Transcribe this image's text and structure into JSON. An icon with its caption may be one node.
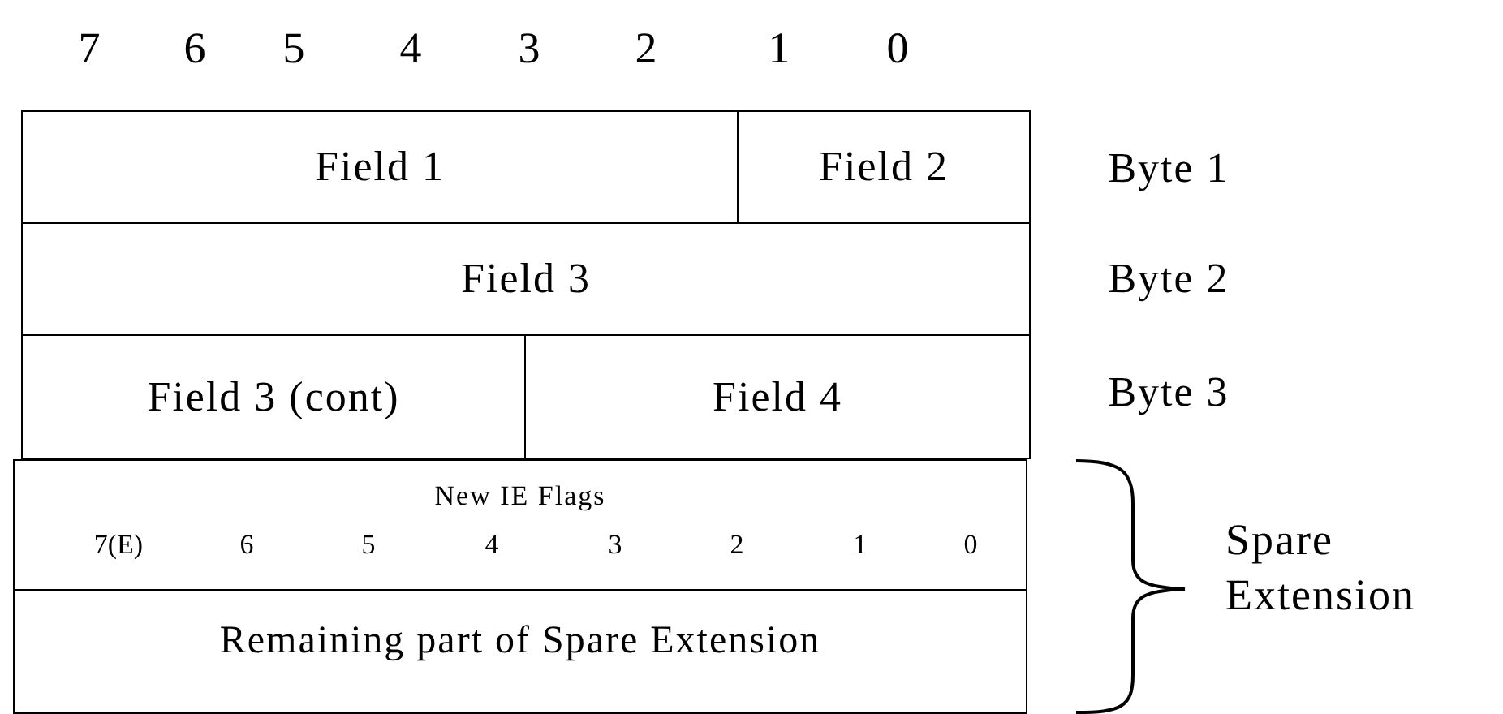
{
  "diagram": {
    "nodes": [
      {
        "text": [
          "Field 1"
        ]
      },
      {
        "text": [
          "Field 2"
        ]
      },
      {
        "text": [
          "Field 3"
        ]
      },
      {
        "text": [
          "Field 3 (cont)"
        ]
      },
      {
        "text": [
          "Field 4"
        ]
      },
      {
        "text": [
          "New IE Flags"
        ]
      },
      {
        "text": [
          "Remaining part of Spare Extension"
        ]
      }
    ],
    "edges": [],
    "labels": [
      "7",
      "6",
      "5",
      "4",
      "3",
      "2",
      "1",
      "0",
      "Byte 1",
      "Byte 2",
      "Byte 3",
      "7(E)",
      "6",
      "5",
      "4",
      "3",
      "2",
      "1",
      "0",
      "Spare Extension"
    ]
  }
}
